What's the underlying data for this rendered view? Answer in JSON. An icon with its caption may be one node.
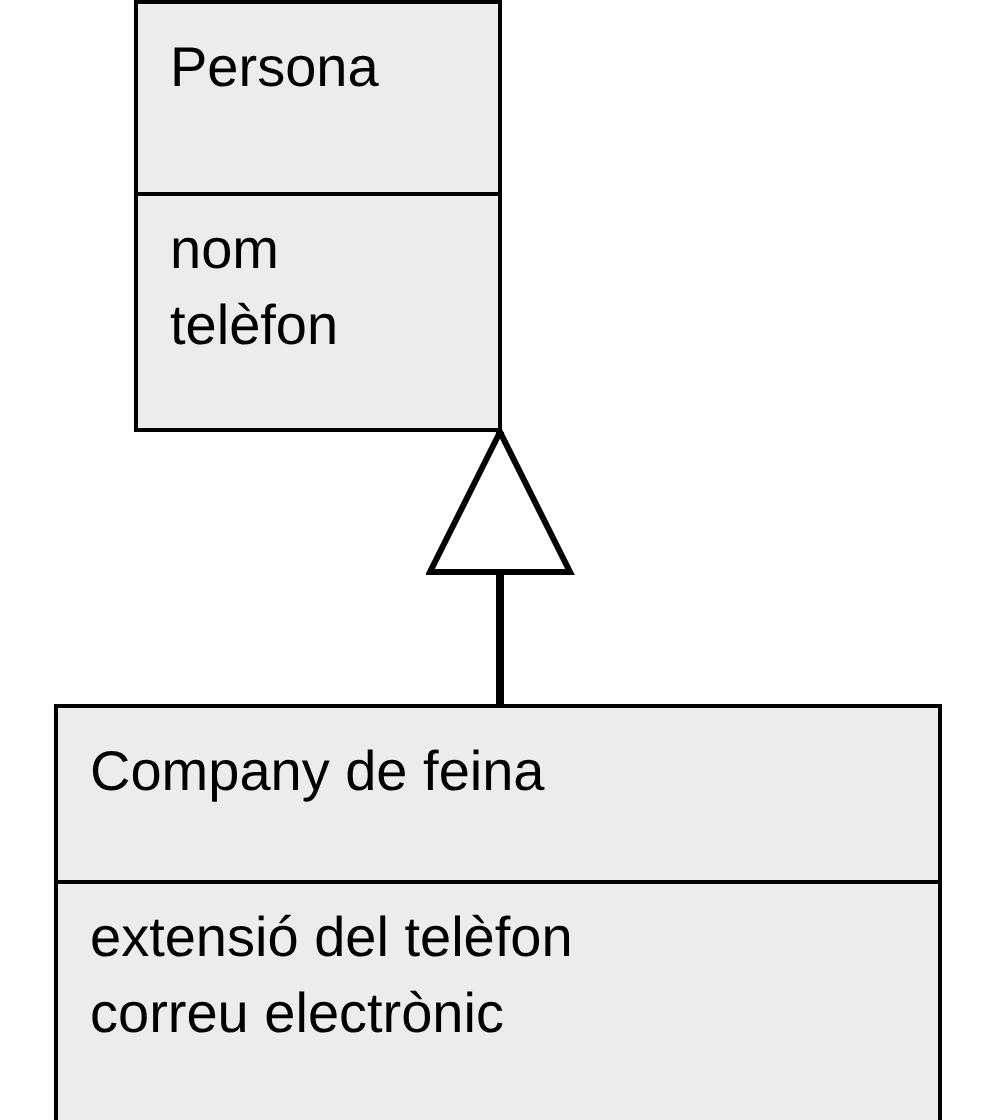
{
  "diagram": {
    "nodes": [
      {
        "text": [
          "Persona",
          "nom",
          "telèfon"
        ]
      },
      {
        "text": [
          "Company de feina",
          "extensió del telèfon",
          "correu electrònic"
        ]
      }
    ],
    "edges": [
      {
        "from": 1,
        "to": 0,
        "arrow": "to"
      }
    ]
  }
}
